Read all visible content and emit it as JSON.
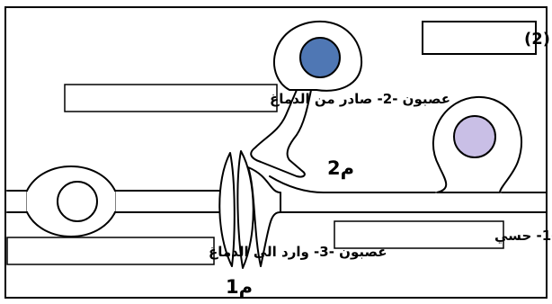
{
  "document": {
    "title": "الوثيقة (2)"
  },
  "labels": {
    "neuron_1": "عصبون -1- حسي",
    "neuron_2": "عصبون -2- صادر من الدماغ",
    "neuron_3": "عصبون -3- وارد الى الدماغ",
    "m1": "م1",
    "m2": "م2"
  },
  "colors": {
    "neuron_2_nucleus": "#4f77b4",
    "neuron_1_nucleus": "#c9bfe6",
    "outline": "#000000",
    "background": "#ffffff"
  }
}
